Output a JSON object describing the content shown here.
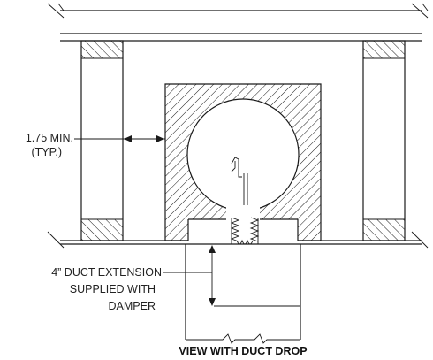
{
  "diagram": {
    "labels": {
      "clearance_line1": "1.75 MIN.",
      "clearance_line2": "(TYP.)",
      "extension_line1": "4” DUCT EXTENSION",
      "extension_line2": "SUPPLIED WITH",
      "extension_line3": "DAMPER",
      "caption": "VIEW WITH DUCT DROP"
    }
  }
}
